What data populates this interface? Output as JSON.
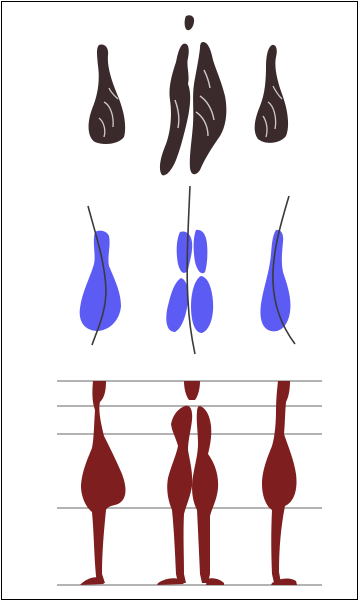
{
  "figure": {
    "rows": [
      {
        "id": "grayscale-masks",
        "views": [
          "left-profile",
          "front-pair",
          "right-profile"
        ]
      },
      {
        "id": "blue-masks-with-curves",
        "views": [
          "left-profile",
          "front-pair",
          "right-profile"
        ]
      },
      {
        "id": "red-silhouettes-with-levels",
        "views": [
          "left-profile",
          "front-pair",
          "right-profile"
        ],
        "guideline_count": 5
      }
    ],
    "colors": {
      "frame": "#000000",
      "gray_fill": "#3a2a2c",
      "gray_light": "#cfc7c8",
      "blue_fill": "#5c5cf5",
      "curve": "#3a3a3a",
      "red_fill": "#7e1e1f",
      "guideline": "#9a9a9a"
    }
  }
}
